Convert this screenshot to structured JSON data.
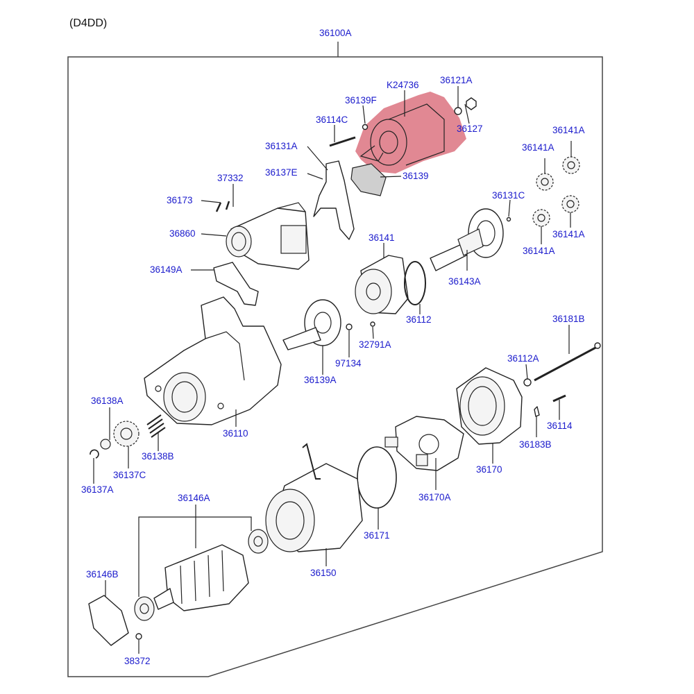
{
  "header": {
    "model": "(D4DD)"
  },
  "assembly": {
    "number": "36100A"
  },
  "highlight": {
    "part": "K24736",
    "color": "#d65a6a"
  },
  "callouts": {
    "k24736": "K24736",
    "p36121A": "36121A",
    "p36139F": "36139F",
    "p36114C": "36114C",
    "p36127": "36127",
    "p36131A": "36131A",
    "p36137E": "36137E",
    "p36139": "36139",
    "p37332": "37332",
    "p36173": "36173",
    "p36860": "36860",
    "p36149A": "36149A",
    "p36141A_1": "36141A",
    "p36141A_2": "36141A",
    "p36141A_3": "36141A",
    "p36141A_4": "36141A",
    "p36131C": "36131C",
    "p36141": "36141",
    "p36143A": "36143A",
    "p36112": "36112",
    "p32791A": "32791A",
    "p97134": "97134",
    "p36139A": "36139A",
    "p36181B": "36181B",
    "p36112A": "36112A",
    "p36114": "36114",
    "p36183B": "36183B",
    "p36110": "36110",
    "p36138A": "36138A",
    "p36138B": "36138B",
    "p36137C": "36137C",
    "p36137A": "36137A",
    "p36170": "36170",
    "p36170A": "36170A",
    "p36171": "36171",
    "p36146A": "36146A",
    "p36150": "36150",
    "p36146B": "36146B",
    "p38372": "38372"
  }
}
